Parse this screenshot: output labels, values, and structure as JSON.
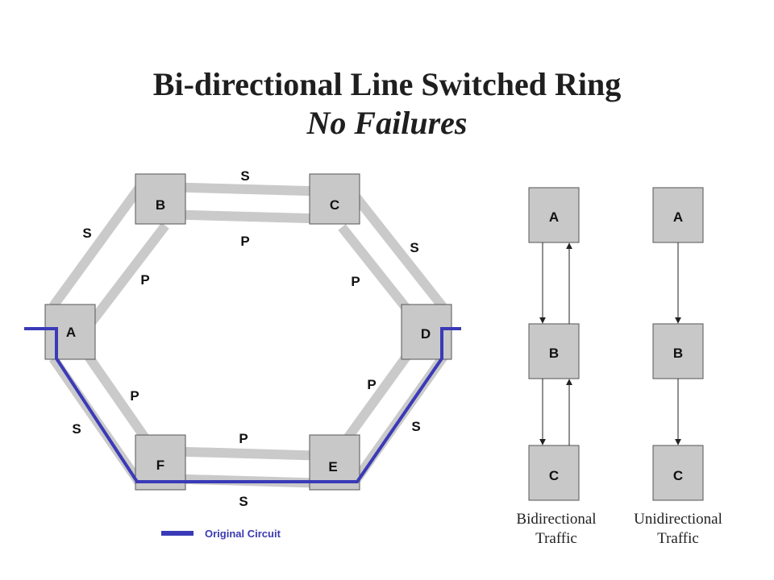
{
  "title": "Bi-directional Line Switched Ring",
  "subtitle": "No Failures",
  "ring": {
    "nodes": [
      "B",
      "C",
      "A",
      "D",
      "F",
      "E"
    ],
    "labels": {
      "top_s": "S",
      "top_p": "P",
      "left_upper_s": "S",
      "left_upper_p": "P",
      "right_upper_s": "S",
      "right_upper_p": "P",
      "left_lower_p": "P",
      "left_lower_s": "S",
      "right_lower_p": "P",
      "right_lower_s": "S",
      "bottom_p": "P",
      "bottom_s": "S"
    }
  },
  "legend": {
    "label": "Original Circuit",
    "color": "#3a3ab8"
  },
  "bidirectional": {
    "nodes": [
      "A",
      "B",
      "C"
    ],
    "caption_line1": "Bidirectional",
    "caption_line2": "Traffic"
  },
  "unidirectional": {
    "nodes": [
      "A",
      "B",
      "C"
    ],
    "caption_line1": "Unidirectional",
    "caption_line2": "Traffic"
  }
}
